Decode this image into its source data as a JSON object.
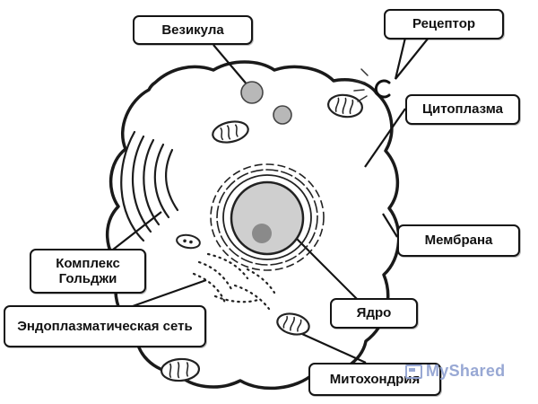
{
  "diagram": {
    "type": "animal-cell",
    "labels": {
      "vesicle": "Везикула",
      "receptor": "Рецептор",
      "cytoplasm": "Цитоплазма",
      "membrane": "Мембрана",
      "golgi": "Комплекс Гольджи",
      "endoplasmic_reticulum": "Эндоплазматическая сеть",
      "nucleus": "Ядро",
      "mitochondrion": "Митохондрия"
    },
    "colors": {
      "outline": "#1a1a1a",
      "vesicle_fill": "#b8b8b8",
      "nucleus_fill": "#cfcfcf",
      "nucleolus_fill": "#8a8a8a",
      "background": "#ffffff"
    }
  },
  "watermark": {
    "text": "MyShared",
    "color": "#93a4d2"
  }
}
